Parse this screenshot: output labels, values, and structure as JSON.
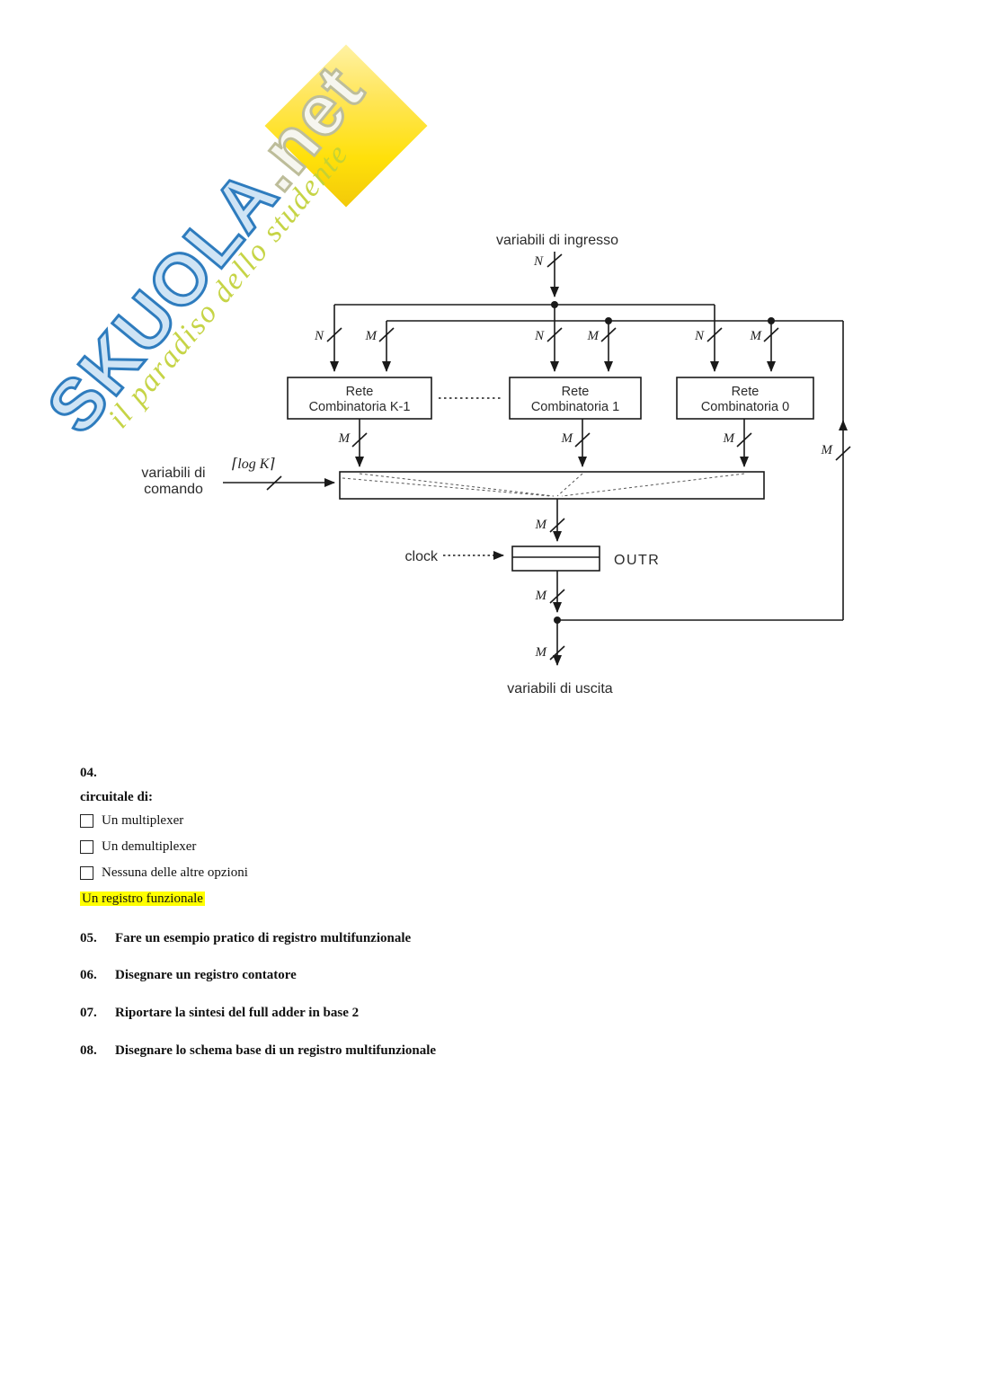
{
  "watermark": {
    "brand": "SKUOLA",
    "suffix": ".net",
    "tagline": "il paradiso dello studente"
  },
  "diagram": {
    "title_top": "variabili di ingresso",
    "title_bottom": "variabili di uscita",
    "command_line1": "variabili di",
    "command_line2": "comando",
    "command_bus_label": "⌈log K⌉",
    "clock": "clock",
    "outr": "OUTR",
    "bus_n": "N",
    "bus_m": "M",
    "box_k1_line1": "Rete",
    "box_k1_line2": "Combinatoria K-1",
    "box_1_line1": "Rete",
    "box_1_line2": "Combinatoria 1",
    "box_0_line1": "Rete",
    "box_0_line2": "Combinatoria 0"
  },
  "q04": {
    "number": "04.",
    "lead": "circuitale di:",
    "option_1": "Un multiplexer",
    "option_2": "Un demultiplexer",
    "option_3": "Nessuna delle altre opzioni",
    "answer": "Un registro funzionale",
    "highlight_color": "#ffff00"
  },
  "questions": [
    {
      "number": "05.",
      "text": "Fare un esempio pratico di registro multifunzionale"
    },
    {
      "number": "06.",
      "text": "Disegnare un registro contatore"
    },
    {
      "number": "07.",
      "text": "Riportare la sintesi del full adder in base 2"
    },
    {
      "number": "08.",
      "text": "Disegnare lo schema base di un registro multifunzionale"
    }
  ]
}
